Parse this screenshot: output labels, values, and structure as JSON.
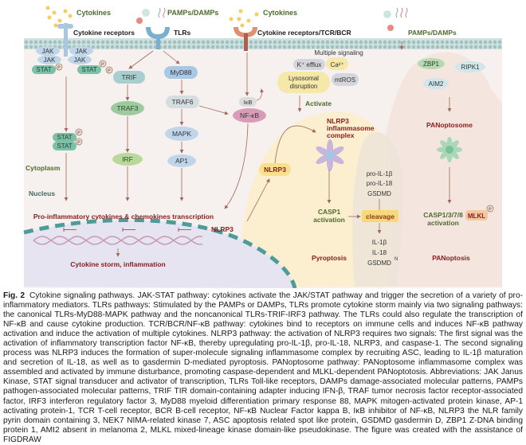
{
  "figure": {
    "extracellular": {
      "cytokines_left": "Cytokines",
      "pamps_damps_left": "PAMPs/DAMPs",
      "cytokines_mid": "Cytokines",
      "pamps_damps_right": "PAMPs/DAMPs"
    },
    "receptors": {
      "cytokine_receptors": "Cytokine receptors",
      "tlrs": "TLRs",
      "tcr_bcr": "Cytokine receptors/TCR/BCR"
    },
    "jak_stat": {
      "jak": "JAK",
      "stat": "STAT",
      "p": "P"
    },
    "tlr_path": {
      "trif": "TRIF",
      "traf3": "TRAF3",
      "irf": "IRF",
      "myd88": "MyD88",
      "traf6": "TRAF6",
      "mapk": "MAPK",
      "ap1": "AP1"
    },
    "nfkb_path": {
      "ikb": "IκB",
      "nfkb": "NF-κB"
    },
    "regions": {
      "cytoplasm": "Cytoplasm",
      "nucleus": "Nucleus"
    },
    "nucleus": {
      "transcription": "Pro-inflammatory cytokines & chemokines transcription",
      "nlrp3": "NLRP3",
      "outcome": "Cytokine storm, inflammation"
    },
    "nlrp3_path": {
      "multiple_signaling": "Multiple signaling",
      "k_efflux": "K⁺ efflux",
      "ca": "Ca²⁺",
      "lysosomal": "Lysosomal",
      "disruption": "disruption",
      "mtros": "mtROS",
      "activate": "Activate",
      "nlrp3": "NLRP3",
      "complex_line1": "NLRP3",
      "complex_line2": "inflammasome",
      "complex_line3": "complex",
      "casp1_line1": "CASP1",
      "casp1_line2": "activation",
      "pyroptosis": "Pyroptosis"
    },
    "cleavage": {
      "pro_il1b": "pro-IL-1β",
      "pro_il18": "pro-IL-18",
      "gsdmd": "GSDMD",
      "label": "cleavage",
      "il1b": "IL-1β",
      "il18": "IL-18",
      "gsdmd_n": "GSDMD",
      "n_sup": "N"
    },
    "panoptosis": {
      "zbp1": "ZBP1",
      "ripk1": "RIPK1",
      "aim2": "AIM2",
      "panoptosome": "PANoptosome",
      "casp_line1": "CASP1/3/7/8",
      "casp_line2": "activation",
      "mlkl": "MLKL",
      "p": "P",
      "outcome": "PANoptosis"
    },
    "colors": {
      "membrane": "#9fc2c0",
      "cytoplasm_bg": "#f6f1ee",
      "nucleus_bg": "#e6e4f1",
      "nuclear_envelope": "#4e9c98",
      "dark_red_text": "#8b1c1c",
      "green_text": "#4d6b2c",
      "arrow": "#a0685a",
      "nlrp3_region": "#fbf0d2",
      "panoptosis_region": "#f5e8e0"
    }
  },
  "caption": {
    "label": "Fig. 2",
    "text": "Cytokine signaling pathways. JAK-STAT pathway: cytokines activate the JAK/STAT pathway and trigger the secretion of a variety of pro-inflammatory mediators. TLRs pathways: Stimulated by the PAMPs or DAMPs, TLRs promote cytokine storm mainly via two signaling pathways: the canonical TLRs-MyD88-MAPK pathway and the noncanonical TLRs-TRIF-IRF3 pathway. The TLRs could also regulate the transcription of NF-κB and cause cytokine production. TCR/BCR/NF-κB pathway: cytokines bind to receptors on immune cells and induces NF-κB pathway activation and induce the activation of multiple cytokines. NLRP3 pathway: the activation of NLRP3 requires two signals: The first signal was the activation of inflammatory transcription factor NF-κB, thereby upregulating pro-IL-1β, pro-IL-18, NLRP3, and caspase-1. The second signaling process was NLRP3 induces the formation of super-molecule signaling inflammasome complex by recruiting ASC, leading to IL-1β maturation and secretion of IL-18, as well as to gasdermin D-mediated pyroptosis. PANoptosome pathway: PANoptosome inflammasome complex was assembled and activated by immune disturbance, promoting caspase-dependent and MLKL-dependent PANoptotosis. Abbreviations: JAK Janus Kinase, STAT signal transducer and activator of transcription, TLRs Toll-like receptors, DAMPs damage-associated molecular patterns, PAMPs pathogen-associated molecular patterns, TRIF TIR domain-containing adapter inducing IFN-β, TRAF tumor necrosis factor receptor-associated factor, IRF3 interferon regulatory factor 3, MyD88 myeloid differentiation primary response 88, MAPK mitogen-activated protein kinase, AP-1 activating protein-1, TCR T-cell receptor, BCR B-cell receptor, NF-κB Nuclear Factor kappa B, IκB inhibitor of NF-κB, NLRP3 the NLR family pyrin domain containing 3, NEK7 NIMA-related kinase 7, ASC apoptosis related spot like protein, GSDMD gasdermin D, ZBP1 Z-DNA binding protein 1, AMI2 absent in melanoma 2, MLKL mixed-lineage kinase domain-like pseudokinase. The figure was created with the assistance of FIGDRAW"
  }
}
